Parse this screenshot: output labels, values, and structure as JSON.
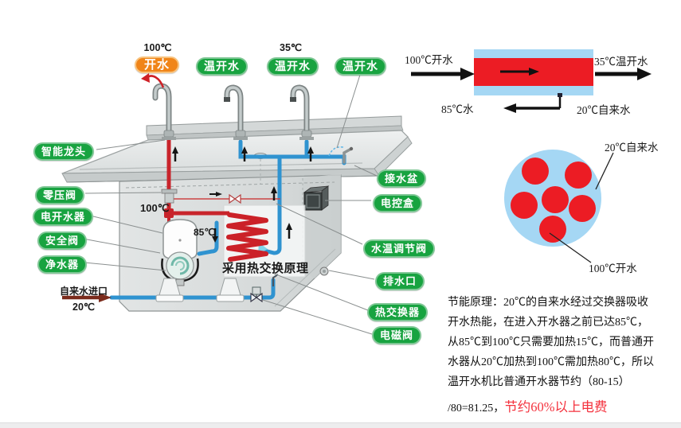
{
  "machine": {
    "taps": {
      "temp_boiling": "100℃",
      "temp_warm": "35℃",
      "badge_boiling": "开水",
      "badge_warm_1": "温开水",
      "badge_warm_2": "温开水",
      "badge_warm_3": "温开水"
    },
    "labels_left": {
      "smart_faucet": "智能龙头",
      "zero_pressure_valve": "零压阀",
      "electric_boiler": "电开水器",
      "safety_valve": "安全阀",
      "water_purifier": "净水器"
    },
    "labels_right": {
      "drip_basin": "接水盆",
      "control_box": "电控盒",
      "temp_regulating_valve": "水温调节阀",
      "drain_outlet": "排水口",
      "heat_exchanger": "热交换器",
      "solenoid_valve": "电磁阀"
    },
    "inlet_label": "自来水进口",
    "inlet_temp": "20℃",
    "pipe_temp_boiling": "100℃",
    "pipe_temp_mid": "85℃",
    "principle_caption": "采用热交换原理"
  },
  "flow_diagram": {
    "inlet_hot": "100℃开水",
    "outlet_warm": "35℃温开水",
    "outlet_water": "85℃水",
    "inlet_tap": "20℃自来水"
  },
  "cross_section": {
    "shell_label": "20℃自来水",
    "tube_label": "100℃开水"
  },
  "description": {
    "line1": "节能原理：20℃的自来水经过交换器吸收",
    "line2": "开水热能，在进入开水器之前已达85℃，",
    "line3": "从85℃到100℃只需要加热15℃，而普通开",
    "line4": "水器从20℃加热到100℃需加热80℃，所以",
    "line5": "温开水机比普通开水器节约（80-15）",
    "line6_prefix": "/80=81.25，",
    "line6_highlight": "节约60%以上电费"
  },
  "colors": {
    "badge_green": "#18a340",
    "badge_orange": "#f08519",
    "hot_pipe_red": "#c8242b",
    "cold_pipe_blue": "#2f93d0",
    "diagram_red": "#ec1c24",
    "diagram_blue": "#a5d7f4",
    "highlight_text_red": "#f4323e"
  }
}
